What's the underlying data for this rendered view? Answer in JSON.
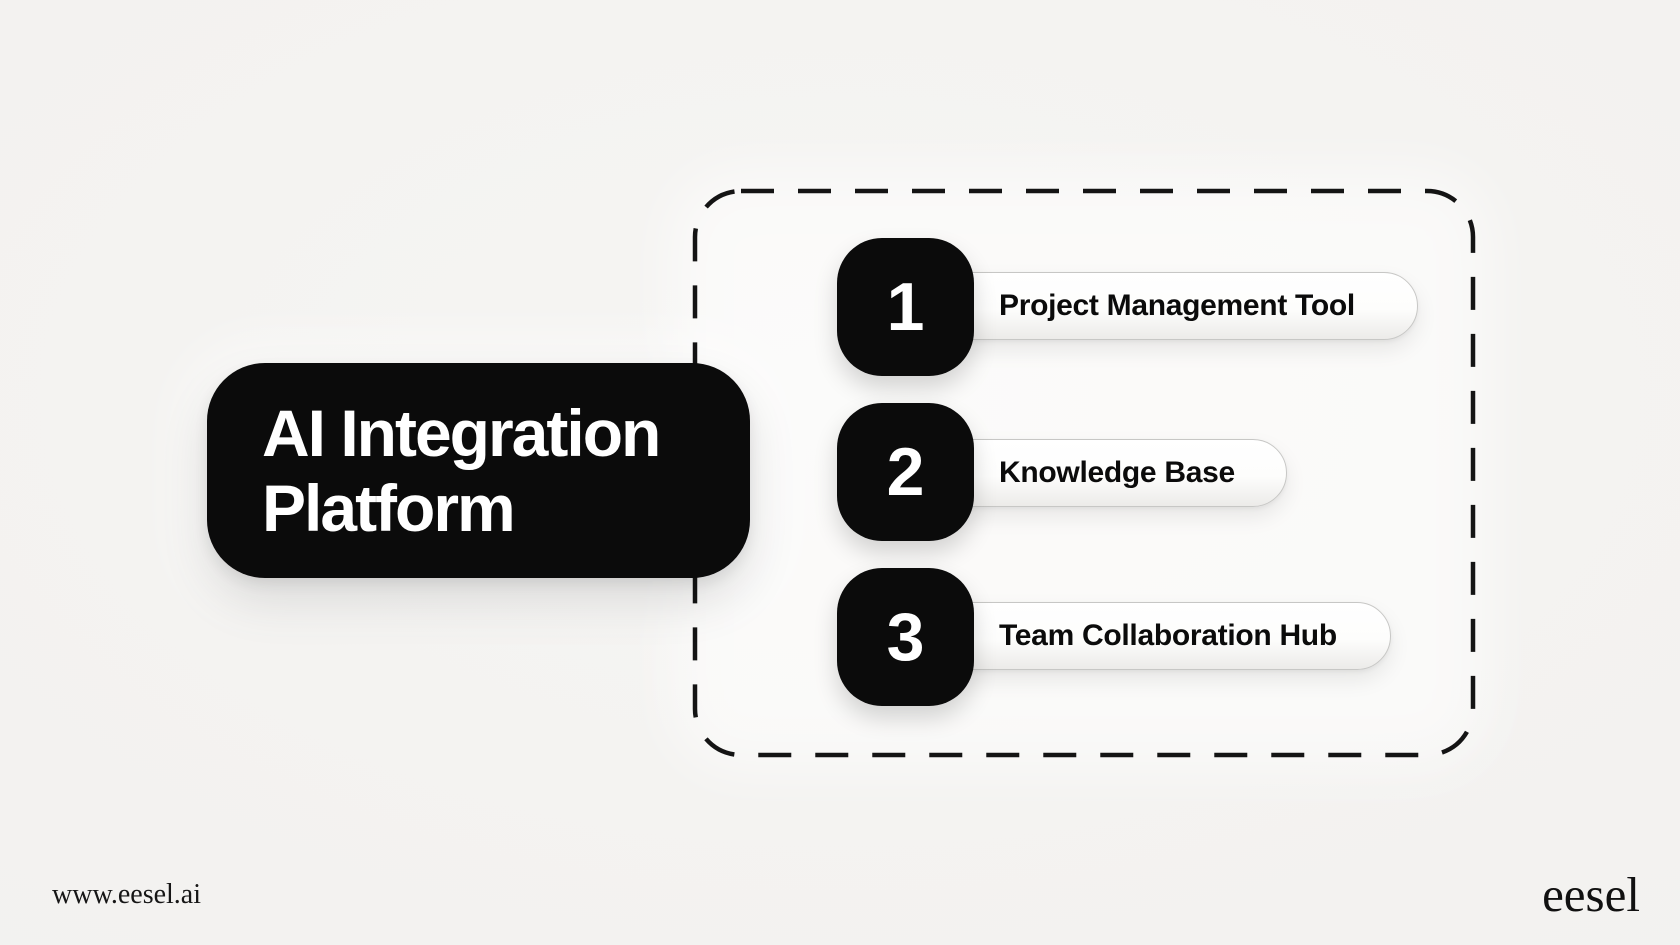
{
  "page": {
    "background_color": "#f3f2f0",
    "accent_color": "#0b0b0b"
  },
  "main_node": {
    "title_line1": "AI Integration",
    "title_line2": "Platform"
  },
  "integrations": {
    "items": [
      {
        "number": "1",
        "label": "Project Management Tool"
      },
      {
        "number": "2",
        "label": "Knowledge Base"
      },
      {
        "number": "3",
        "label": "Team Collaboration Hub"
      }
    ]
  },
  "footer": {
    "website_url": "www.eesel.ai",
    "brand_logo": "eesel"
  }
}
